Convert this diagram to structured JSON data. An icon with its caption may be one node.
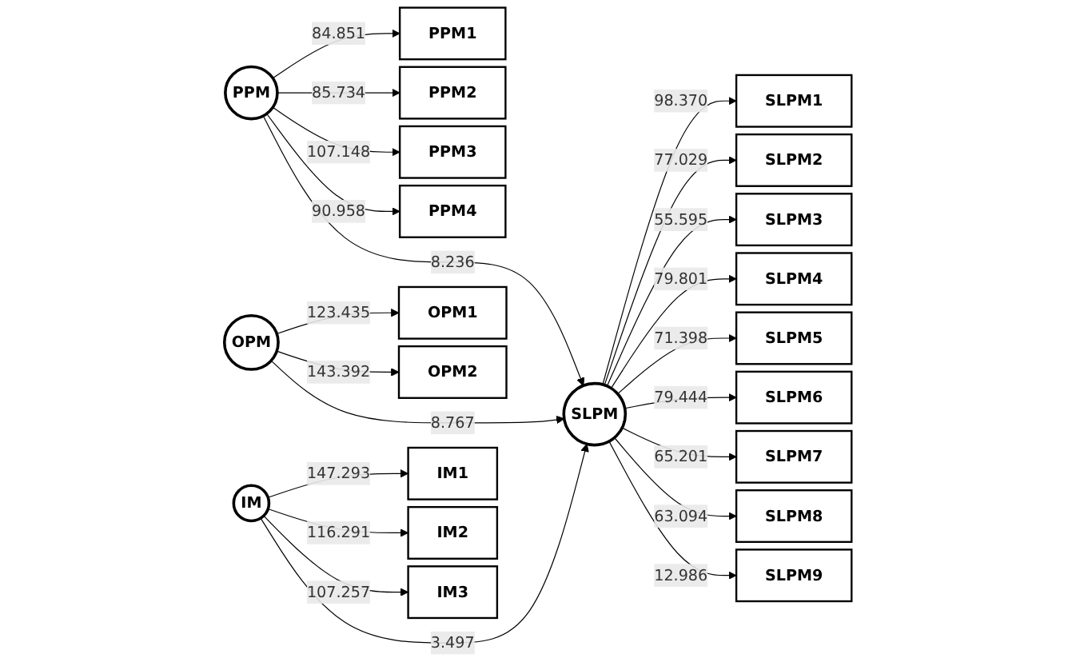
{
  "diagram": {
    "nodes": [
      {
        "text": [
          "PPM1"
        ]
      },
      {
        "text": [
          "PPM2"
        ]
      },
      {
        "text": [
          "PPM3"
        ]
      },
      {
        "text": [
          "PPM4"
        ]
      },
      {
        "text": [
          "PPM"
        ]
      },
      {
        "text": [
          "OPM1"
        ]
      },
      {
        "text": [
          "OPM2"
        ]
      },
      {
        "text": [
          "OPM"
        ]
      },
      {
        "text": [
          "IM1"
        ]
      },
      {
        "text": [
          "IM2"
        ]
      },
      {
        "text": [
          "IM3"
        ]
      },
      {
        "text": [
          "IM"
        ]
      },
      {
        "text": [
          "SLPM"
        ]
      },
      {
        "text": [
          "SLPM1"
        ]
      },
      {
        "text": [
          "SLPM2"
        ]
      },
      {
        "text": [
          "SLPM3"
        ]
      },
      {
        "text": [
          "SLPM4"
        ]
      },
      {
        "text": [
          "SLPM5"
        ]
      },
      {
        "text": [
          "SLPM6"
        ]
      },
      {
        "text": [
          "SLPM7"
        ]
      },
      {
        "text": [
          "SLPM8"
        ]
      },
      {
        "text": [
          "SLPM9"
        ]
      }
    ],
    "edges": [
      {
        "from": 4,
        "to": 0,
        "arrow": "to",
        "label": "84.851"
      },
      {
        "from": 4,
        "to": 1,
        "arrow": "to",
        "label": "85.734"
      },
      {
        "from": 4,
        "to": 2,
        "arrow": "to",
        "label": "107.148"
      },
      {
        "from": 4,
        "to": 3,
        "arrow": "to",
        "label": "90.958"
      },
      {
        "from": 7,
        "to": 5,
        "arrow": "to",
        "label": "123.435"
      },
      {
        "from": 7,
        "to": 6,
        "arrow": "to",
        "label": "143.392"
      },
      {
        "from": 11,
        "to": 8,
        "arrow": "to",
        "label": "147.293"
      },
      {
        "from": 11,
        "to": 9,
        "arrow": "to",
        "label": "116.291"
      },
      {
        "from": 11,
        "to": 10,
        "arrow": "to",
        "label": "107.257"
      },
      {
        "from": 4,
        "to": 12,
        "arrow": "to",
        "label": "8.236"
      },
      {
        "from": 7,
        "to": 12,
        "arrow": "to",
        "label": "8.767"
      },
      {
        "from": 11,
        "to": 12,
        "arrow": "to",
        "label": "3.497"
      },
      {
        "from": 12,
        "to": 13,
        "arrow": "to",
        "label": "98.370"
      },
      {
        "from": 12,
        "to": 14,
        "arrow": "to",
        "label": "77.029"
      },
      {
        "from": 12,
        "to": 15,
        "arrow": "to",
        "label": "55.595"
      },
      {
        "from": 12,
        "to": 16,
        "arrow": "to",
        "label": "79.801"
      },
      {
        "from": 12,
        "to": 17,
        "arrow": "to",
        "label": "71.398"
      },
      {
        "from": 12,
        "to": 18,
        "arrow": "to",
        "label": "79.444"
      },
      {
        "from": 12,
        "to": 19,
        "arrow": "to",
        "label": "65.201"
      },
      {
        "from": 12,
        "to": 20,
        "arrow": "to",
        "label": "63.094"
      },
      {
        "from": 12,
        "to": 21,
        "arrow": "to",
        "label": "12.986"
      }
    ]
  }
}
